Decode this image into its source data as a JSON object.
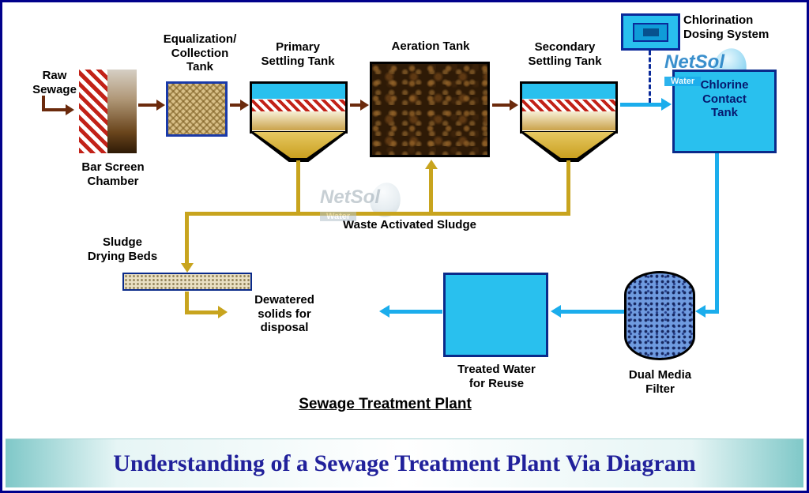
{
  "banner": {
    "text": "Understanding of a Sewage Treatment Plant Via Diagram"
  },
  "diagram": {
    "title": "Sewage Treatment Plant",
    "labels": {
      "raw_sewage": "Raw\nSewage",
      "bar_screen": "Bar Screen\nChamber",
      "equalization": "Equalization/\nCollection\nTank",
      "primary": "Primary\nSettling Tank",
      "aeration": "Aeration Tank",
      "secondary": "Secondary\nSettling Tank",
      "chlorination_dosing": "Chlorination\nDosing System",
      "chlorine_contact": "Chlorine\nContact\nTank",
      "waste_activated_sludge": "Waste Activated Sludge",
      "sludge_drying_beds": "Sludge\nDrying Beds",
      "dewatered": "Dewatered\nsolids for\ndisposal",
      "treated_water": "Treated Water\nfor Reuse",
      "dual_media_filter": "Dual Media\nFilter"
    },
    "watermark": {
      "name": "NetSol",
      "sub": "Water"
    },
    "colors": {
      "cyan": "#29c0ee",
      "flow_cyan": "#1badec",
      "gold": "#c8a41e",
      "brown": "#6b2a0c",
      "navy": "#00008b",
      "banner_text": "#21219b"
    }
  }
}
